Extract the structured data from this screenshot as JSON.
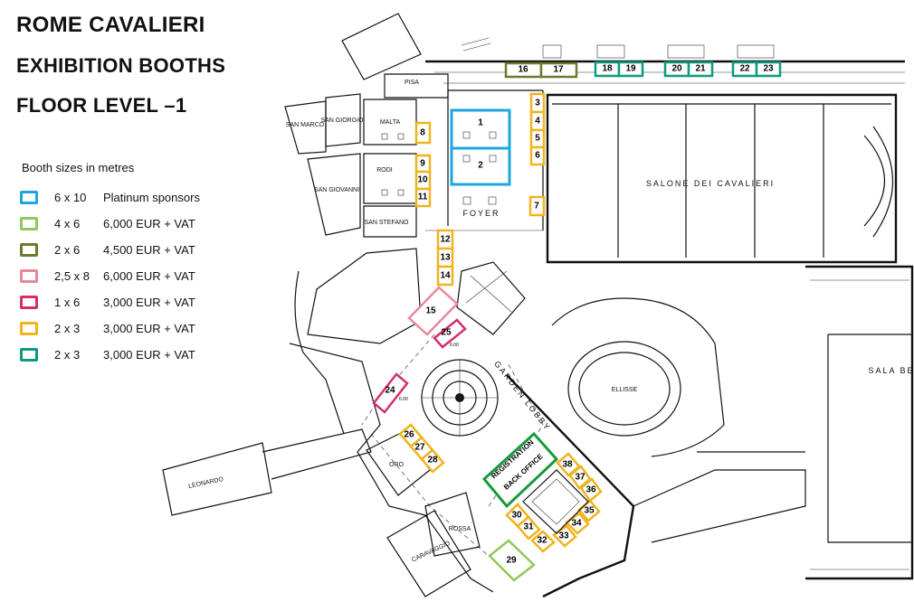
{
  "header": {
    "line1": "ROME CAVALIERI",
    "line2": "EXHIBITION BOOTHS",
    "line3": "FLOOR LEVEL –1"
  },
  "legend": {
    "title": "Booth sizes in metres",
    "items": [
      {
        "size": "6 x 10",
        "desc": "Platinum sponsors",
        "color": "#1ea7df"
      },
      {
        "size": "4 x 6",
        "desc": "6,000 EUR + VAT",
        "color": "#8fc95a"
      },
      {
        "size": "2 x 6",
        "desc": "4,500 EUR + VAT",
        "color": "#6e7a2e"
      },
      {
        "size": "2,5 x 8",
        "desc": "6,000 EUR + VAT",
        "color": "#e8889a"
      },
      {
        "size": "1 x 6",
        "desc": "3,000 EUR + VAT",
        "color": "#d42e6e"
      },
      {
        "size": "2 x 3",
        "desc": "3,000 EUR + VAT",
        "color": "#f0b41e"
      },
      {
        "size": "2 x 3",
        "desc": "3,000 EUR + VAT",
        "color": "#0e9a7e"
      }
    ]
  },
  "rooms": {
    "pisa": "PISA",
    "san_marco": "SAN MARCO",
    "san_giorgio": "SAN GIORGIO",
    "malta": "MALTA",
    "rodi": "RODI",
    "san_giovanni": "SAN GIOVANNI",
    "san_stefano": "SAN STEFANO",
    "foyer": "FOYER",
    "salone": "SALONE DEI CAVALIERI",
    "sala_be": "SALA BE",
    "ellisse": "ELLISSE",
    "garden_lobby": "GARDEN LOBBY",
    "oro": "ORO",
    "rossa": "ROSSA",
    "caravaggio": "CARAVAGGIO",
    "leonardo": "LEONARDO",
    "registration": "REGISTRATION",
    "back_office": "BACK OFFICE",
    "dim_25": "6.00",
    "dim_24": "6.00"
  },
  "booths": [
    {
      "id": "1",
      "cat": "platinum"
    },
    {
      "id": "2",
      "cat": "platinum"
    },
    {
      "id": "3",
      "cat": "yellow"
    },
    {
      "id": "4",
      "cat": "yellow"
    },
    {
      "id": "5",
      "cat": "yellow"
    },
    {
      "id": "6",
      "cat": "yellow"
    },
    {
      "id": "7",
      "cat": "yellow"
    },
    {
      "id": "8",
      "cat": "yellow"
    },
    {
      "id": "9",
      "cat": "yellow"
    },
    {
      "id": "10",
      "cat": "yellow"
    },
    {
      "id": "11",
      "cat": "yellow"
    },
    {
      "id": "12",
      "cat": "yellow"
    },
    {
      "id": "13",
      "cat": "yellow"
    },
    {
      "id": "14",
      "cat": "yellow"
    },
    {
      "id": "15",
      "cat": "pink"
    },
    {
      "id": "16",
      "cat": "olive"
    },
    {
      "id": "17",
      "cat": "olive"
    },
    {
      "id": "18",
      "cat": "teal"
    },
    {
      "id": "19",
      "cat": "teal"
    },
    {
      "id": "20",
      "cat": "teal"
    },
    {
      "id": "21",
      "cat": "teal"
    },
    {
      "id": "22",
      "cat": "teal"
    },
    {
      "id": "23",
      "cat": "teal"
    },
    {
      "id": "24",
      "cat": "magenta"
    },
    {
      "id": "25",
      "cat": "magenta"
    },
    {
      "id": "26",
      "cat": "yellow"
    },
    {
      "id": "27",
      "cat": "yellow"
    },
    {
      "id": "28",
      "cat": "yellow"
    },
    {
      "id": "29",
      "cat": "lightgreen"
    },
    {
      "id": "30",
      "cat": "yellow"
    },
    {
      "id": "31",
      "cat": "yellow"
    },
    {
      "id": "32",
      "cat": "yellow"
    },
    {
      "id": "33",
      "cat": "yellow"
    },
    {
      "id": "34",
      "cat": "yellow"
    },
    {
      "id": "35",
      "cat": "yellow"
    },
    {
      "id": "36",
      "cat": "yellow"
    },
    {
      "id": "37",
      "cat": "yellow"
    },
    {
      "id": "38",
      "cat": "yellow"
    }
  ],
  "colors": {
    "platinum": "#1ea7df",
    "lightgreen": "#8fc95a",
    "olive": "#6e7a2e",
    "pink": "#e8889a",
    "magenta": "#d42e6e",
    "yellow": "#f0b41e",
    "teal": "#0e9a7e",
    "registration": "#1a9a3a"
  }
}
